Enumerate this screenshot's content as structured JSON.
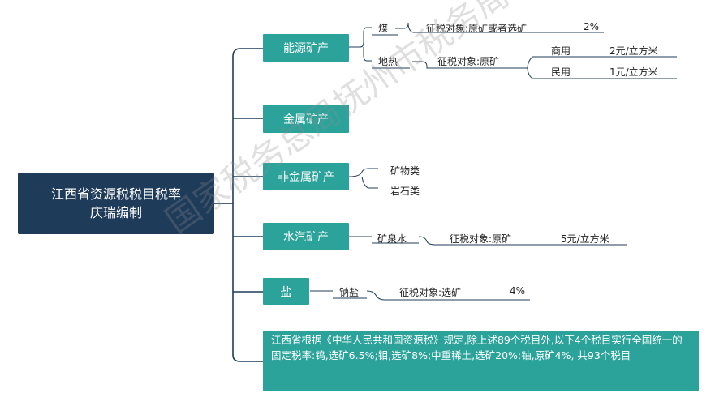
{
  "root": {
    "line1": "江西省资源税税目税率",
    "line2": "庆瑞编制"
  },
  "categories": {
    "energy": "能源矿产",
    "metal": "金属矿产",
    "nonmetal": "非金属矿产",
    "water": "水汽矿产",
    "salt": "盐"
  },
  "energy": {
    "coal": {
      "name": "煤",
      "object": "征税对象:原矿或者选矿",
      "rate": "2%"
    },
    "geothermal": {
      "name": "地热",
      "object": "征税对象:原矿",
      "commercial": {
        "name": "商用",
        "rate": "2元/立方米"
      },
      "civil": {
        "name": "民用",
        "rate": "1元/立方米"
      }
    }
  },
  "nonmetal": {
    "mineral": "矿物类",
    "rock": "岩石类"
  },
  "water": {
    "name": "矿泉水",
    "object": "征税对象:原矿",
    "rate": "5元/立方米"
  },
  "salt": {
    "name": "钠盐",
    "object": "征税对象:选矿",
    "rate": "4%"
  },
  "note": "江西省根据《中华人民共和国资源税》规定,除上述89个税目外,以下4个税目实行全国统一的固定税率:钨,选矿6.5%;钼,选矿8%;中重稀土,选矿20%;铀,原矿4%, 共93个税目",
  "watermark": "国家税务总局抚州市税务局",
  "colors": {
    "root": "#1f3b5a",
    "category": "#2ba39b",
    "line": "#1f3b5a"
  }
}
